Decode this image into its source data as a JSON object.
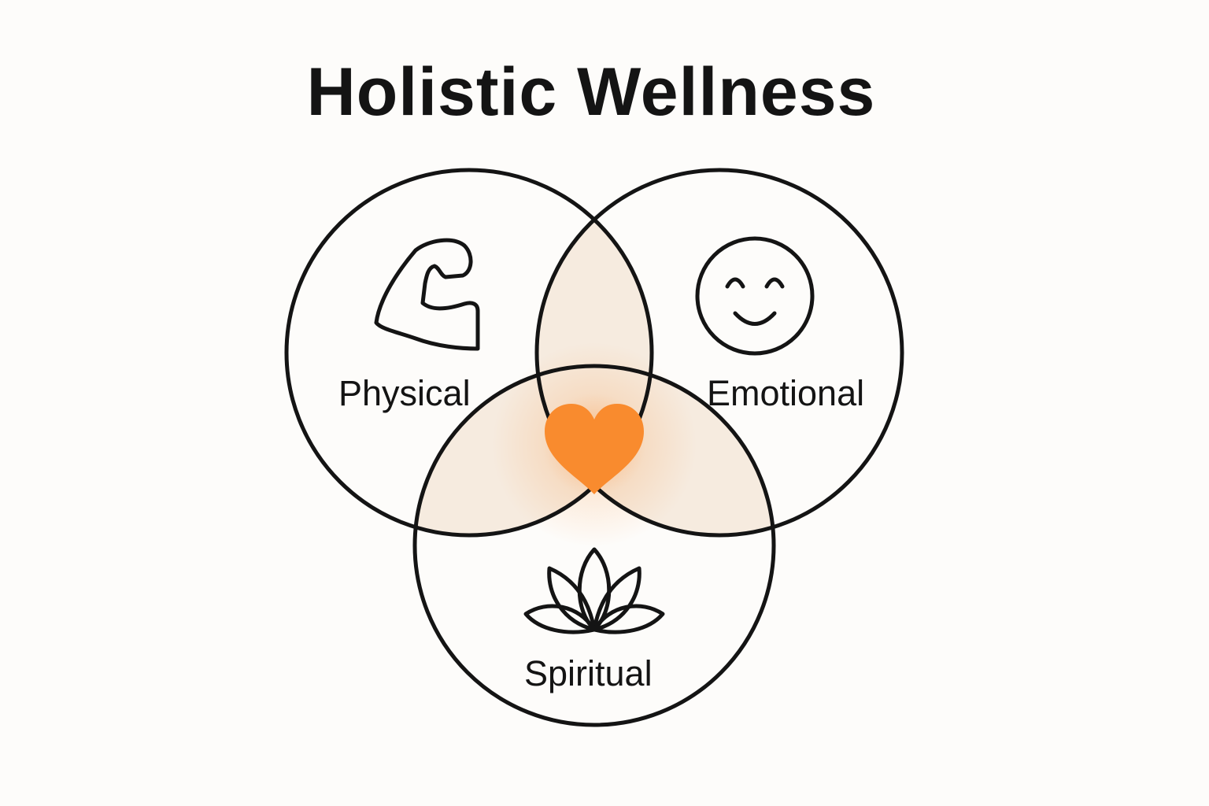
{
  "title": "Holistic Wellness",
  "circles": [
    {
      "label": "Physical",
      "icon": "flexed-arm-icon"
    },
    {
      "label": "Emotional",
      "icon": "smiley-face-icon"
    },
    {
      "label": "Spiritual",
      "icon": "lotus-icon"
    }
  ],
  "center_icon": "heart-icon",
  "colors": {
    "background": "#fdfcfa",
    "stroke": "#141414",
    "overlap": "#f6ebdf",
    "heart": "#f98b2e"
  }
}
